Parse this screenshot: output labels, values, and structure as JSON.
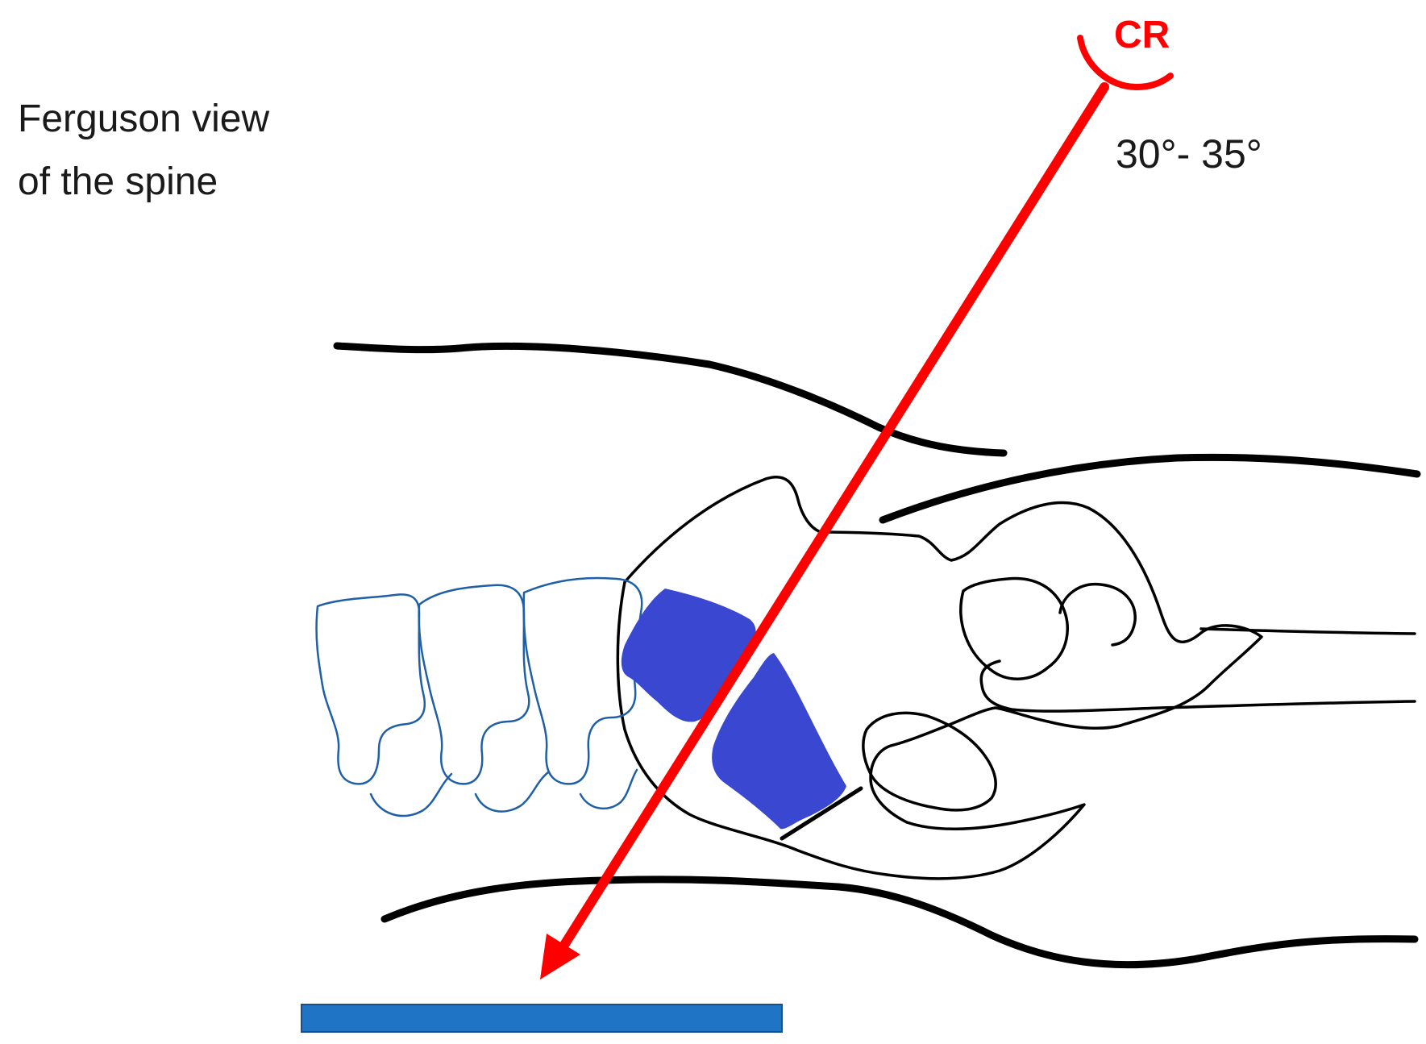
{
  "title": {
    "line1": "Ferguson view",
    "line2": "of the spine"
  },
  "central_ray": {
    "label": "CR",
    "angle_text": "30°- 35°"
  },
  "colors": {
    "ray": "#ff0000",
    "spine_outline": "#1f5fa8",
    "highlight_fill": "#3a47d0",
    "detector_fill": "#1f74c6",
    "outline": "#000000"
  }
}
